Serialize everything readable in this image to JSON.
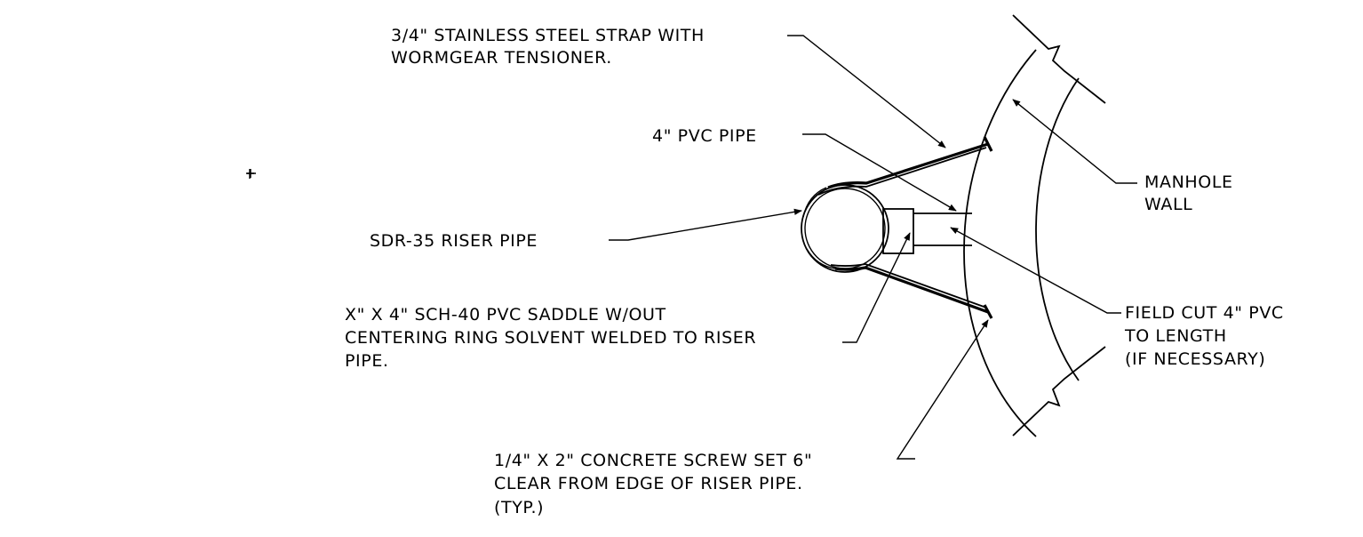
{
  "labels": {
    "strap": [
      "3/4\" STAINLESS STEEL STRAP WITH",
      "WORMGEAR TENSIONER."
    ],
    "pvc_pipe": [
      "4\" PVC PIPE"
    ],
    "manhole_wall": [
      "MANHOLE",
      "WALL"
    ],
    "riser_pipe": [
      "SDR-35 RISER PIPE"
    ],
    "field_cut": [
      "FIELD CUT 4\" PVC",
      "TO LENGTH",
      "(IF NECESSARY)"
    ],
    "saddle": [
      "X\" X 4\" SCH-40 PVC SADDLE W/OUT",
      "CENTERING RING SOLVENT WELDED TO RISER",
      "PIPE."
    ],
    "screw": [
      "1/4\" X 2\" CONCRETE SCREW SET 6\"",
      "CLEAR FROM EDGE OF RISER PIPE.",
      "(TYP.)"
    ]
  }
}
